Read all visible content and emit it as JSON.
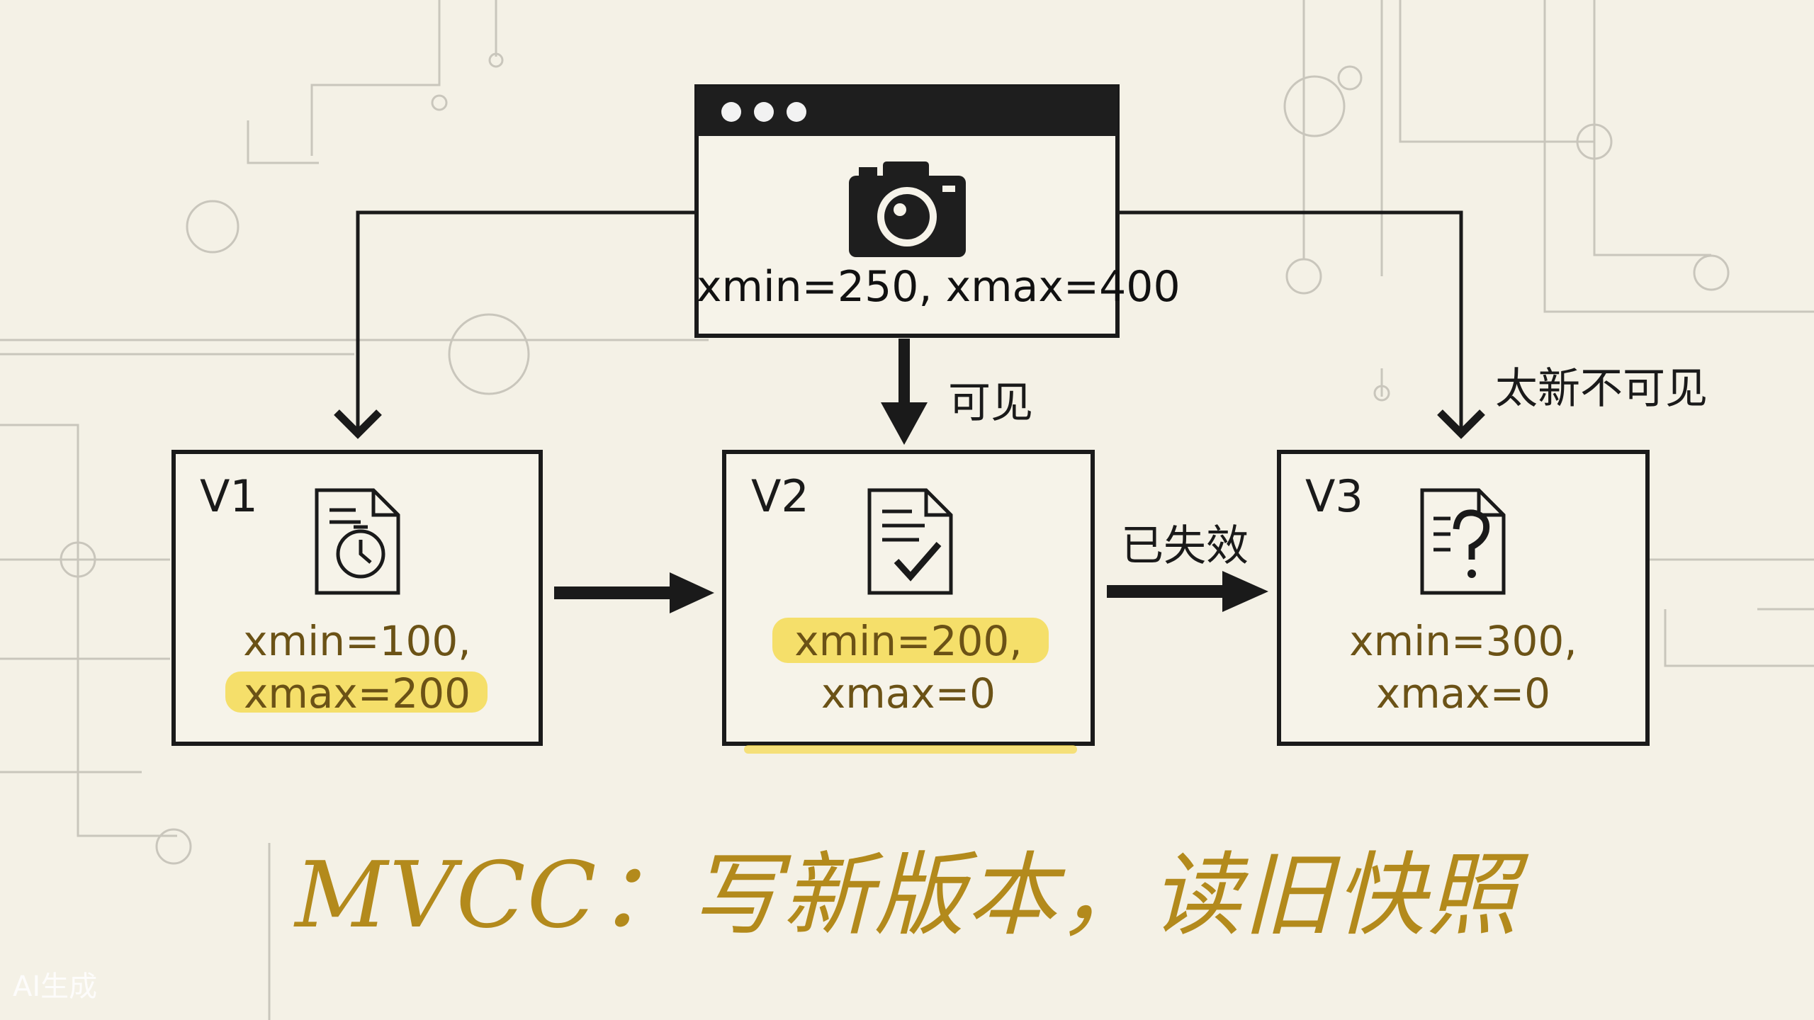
{
  "snapshot": {
    "icon": "camera-icon",
    "values": "xmin=250, xmax=400"
  },
  "versions": [
    {
      "label": "V1",
      "icon": "document-clock-icon",
      "line1": "xmin=100,",
      "line2": "xmax=200"
    },
    {
      "label": "V2",
      "icon": "document-check-icon",
      "line1": "xmin=200,",
      "line2": "xmax=0"
    },
    {
      "label": "V3",
      "icon": "document-question-icon",
      "line1": "xmin=300,",
      "line2": "xmax=0"
    }
  ],
  "annotations": {
    "visible": "可见",
    "too_new": "太新不可见",
    "expired": "已失效"
  },
  "title": "MVCC：写新版本，读旧快照",
  "watermark": "AI生成",
  "colors": {
    "background": "#f4f1e6",
    "ink": "#1a1a1a",
    "highlight": "#f5d94a",
    "value_text": "#6b5216",
    "title": "#b38a1c"
  }
}
